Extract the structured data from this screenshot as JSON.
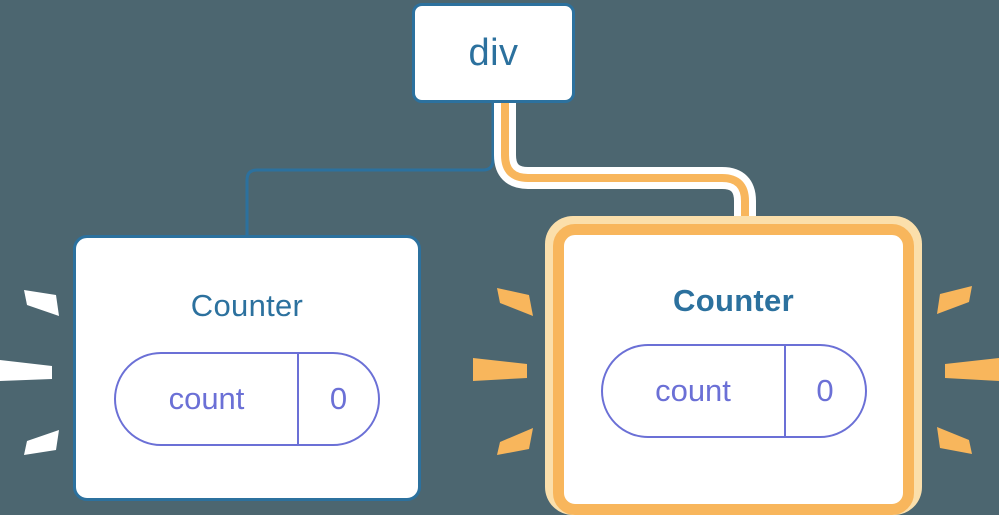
{
  "diagram": {
    "title": "component-tree-reactivity",
    "background_color": "#4c6670",
    "colors": {
      "blue": "#2c719e",
      "orange": "#f8b65c",
      "orange_glow": "#fbdfab",
      "purple": "#6b70d6",
      "white": "#ffffff"
    }
  },
  "nodes": {
    "root": {
      "label": "div",
      "type": "element",
      "highlighted": false
    },
    "counter_left": {
      "label": "Counter",
      "type": "component",
      "highlighted": false,
      "state": {
        "key": "count",
        "value": "0"
      }
    },
    "counter_right": {
      "label": "Counter",
      "type": "component",
      "highlighted": true,
      "state": {
        "key": "count",
        "value": "0"
      }
    }
  },
  "edges": [
    {
      "name": "edge-div-to-counter-left",
      "from": "root",
      "to": "counter_left",
      "color": "#2c719e",
      "highlighted": false
    },
    {
      "name": "edge-div-to-counter-right",
      "from": "root",
      "to": "counter_right",
      "color": "#f8b65c",
      "highlighted": true
    }
  ],
  "sparks": {
    "counter_left_left": {
      "color": "#ffffff",
      "count": 3
    },
    "counter_right_left": {
      "color": "#f8b65c",
      "count": 3
    },
    "counter_right_right": {
      "color": "#f8b65c",
      "count": 3
    }
  }
}
